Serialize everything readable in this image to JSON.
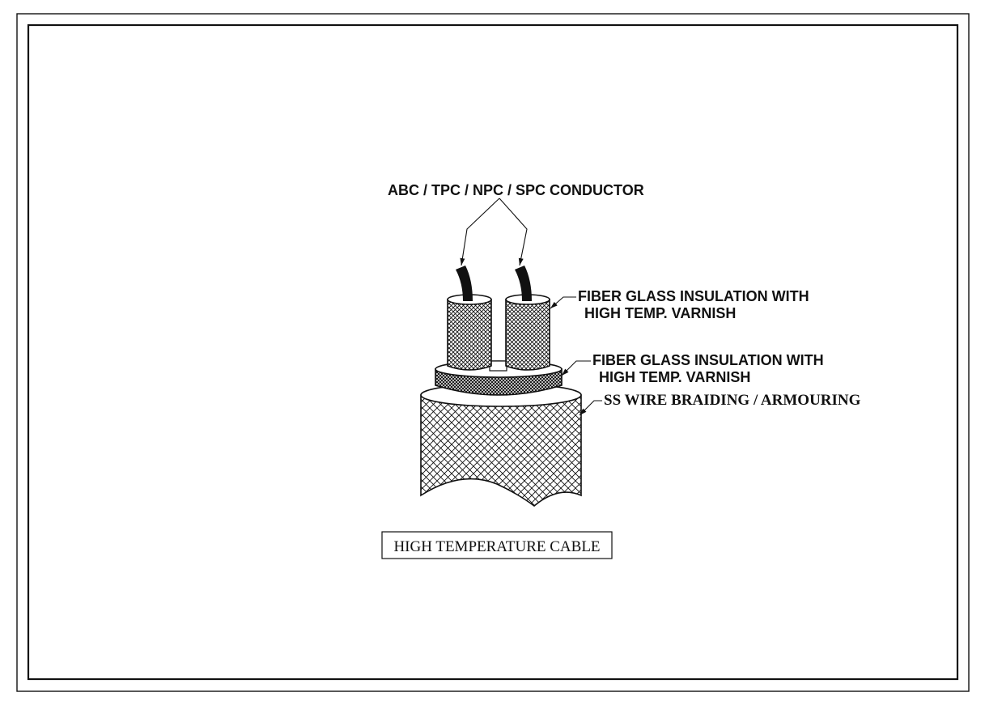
{
  "labels": {
    "conductor": "ABC / TPC / NPC / SPC CONDUCTOR",
    "inner_insulation": {
      "line1": "FIBER GLASS INSULATION WITH",
      "line2": "HIGH TEMP. VARNISH"
    },
    "outer_insulation": {
      "line1": "FIBER GLASS INSULATION WITH",
      "line2": "HIGH TEMP. VARNISH"
    },
    "braiding": "SS WIRE BRAIDING / ARMOURING"
  },
  "title": "HIGH TEMPERATURE CABLE",
  "colors": {
    "ink": "#111111",
    "paper": "#ffffff"
  }
}
